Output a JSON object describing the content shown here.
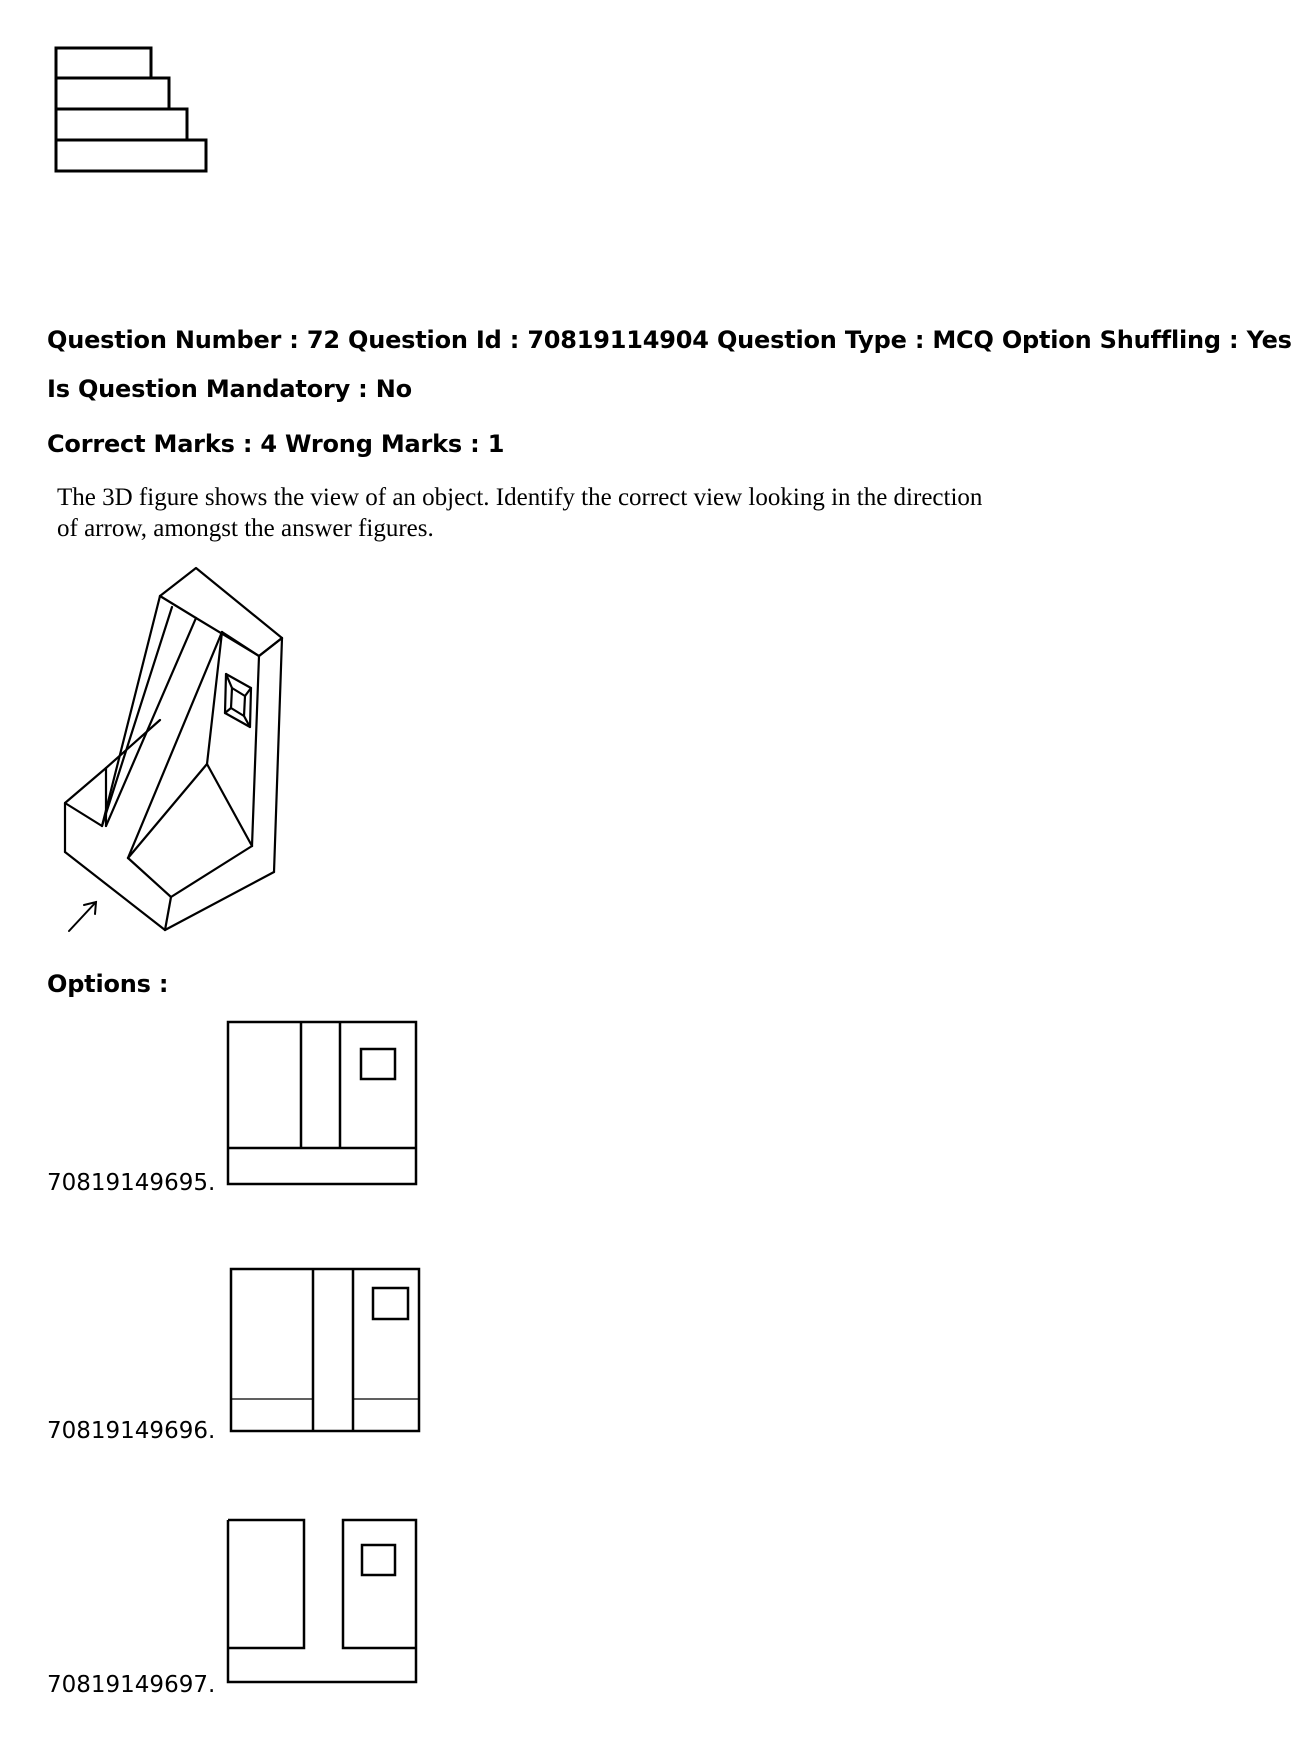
{
  "header": {
    "question_number_label": "Question Number : 72 Question Id : 70819114904 Question Type : MCQ Option Shuffling : Yes",
    "mandatory_label": "Is Question Mandatory : No",
    "marks_label": "Correct Marks : 4 Wrong Marks : 1"
  },
  "question": {
    "line1": "The 3D figure shows the view of an object.  Identify the correct view looking in the direction",
    "line2": "of arrow, amongst the answer figures."
  },
  "options_label": "Options :",
  "options": [
    {
      "id": "70819149695."
    },
    {
      "id": "70819149696."
    },
    {
      "id": "70819149697."
    }
  ]
}
